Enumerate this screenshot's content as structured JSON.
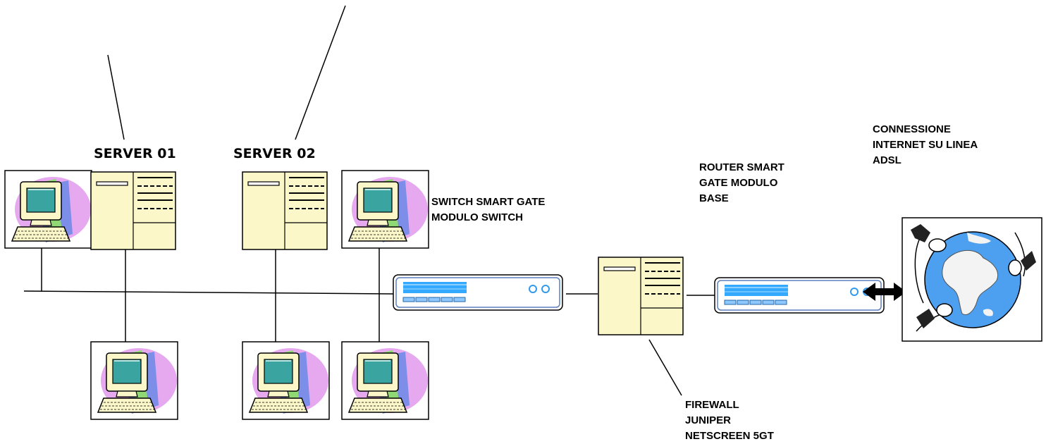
{
  "labels": {
    "server01": "SERVER 01",
    "server02": "SERVER 02",
    "switch": "SWITCH SMART GATE\nMODULO SWITCH",
    "router": "ROUTER SMART\nGATE MODULO\nBASE",
    "internet": "CONNESSIONE\nINTERNET SU LINEA\nADSL",
    "firewall": "FIREWALL\nJUNIPER\nNETSCREEN 5GT"
  },
  "colors": {
    "pc_blob_pink": "#e6a8ef",
    "pc_blob_blue": "#7c8ee8",
    "pc_blob_green": "#8fd873",
    "pc_case": "#fbf7c8",
    "monitor_screen": "#3aa5a0",
    "device_panel": "#33aaff",
    "globe_ocean": "#4d9ff0",
    "globe_land": "#f3f3f3",
    "line": "#000000"
  },
  "icons": {
    "workstation": "desktop-computer-icon",
    "server": "tower-server-icon",
    "switch": "network-switch-icon",
    "router": "router-icon",
    "firewall": "firewall-server-icon",
    "internet": "globe-icon",
    "connection": "bidirectional-arrow-icon"
  }
}
